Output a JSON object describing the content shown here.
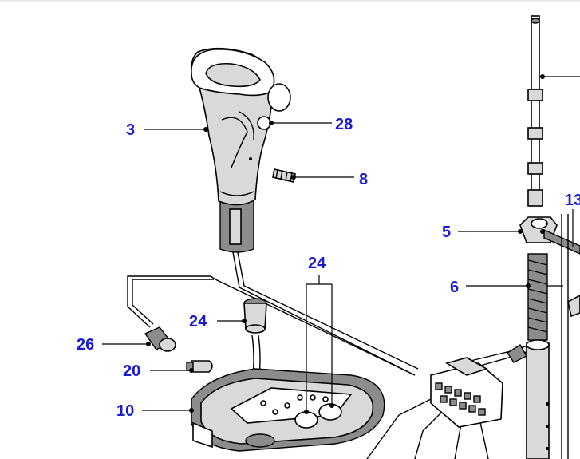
{
  "diagram": {
    "callouts": {
      "c3": "3",
      "c28": "28",
      "c8": "8",
      "c24a": "24",
      "c24b": "24",
      "c26": "26",
      "c20": "20",
      "c10": "10",
      "c5": "5",
      "c6": "6",
      "c13": "13"
    },
    "callout_color": "#1a1ad0",
    "line_color": "#000000",
    "part_fill": "#d9d9d9"
  }
}
